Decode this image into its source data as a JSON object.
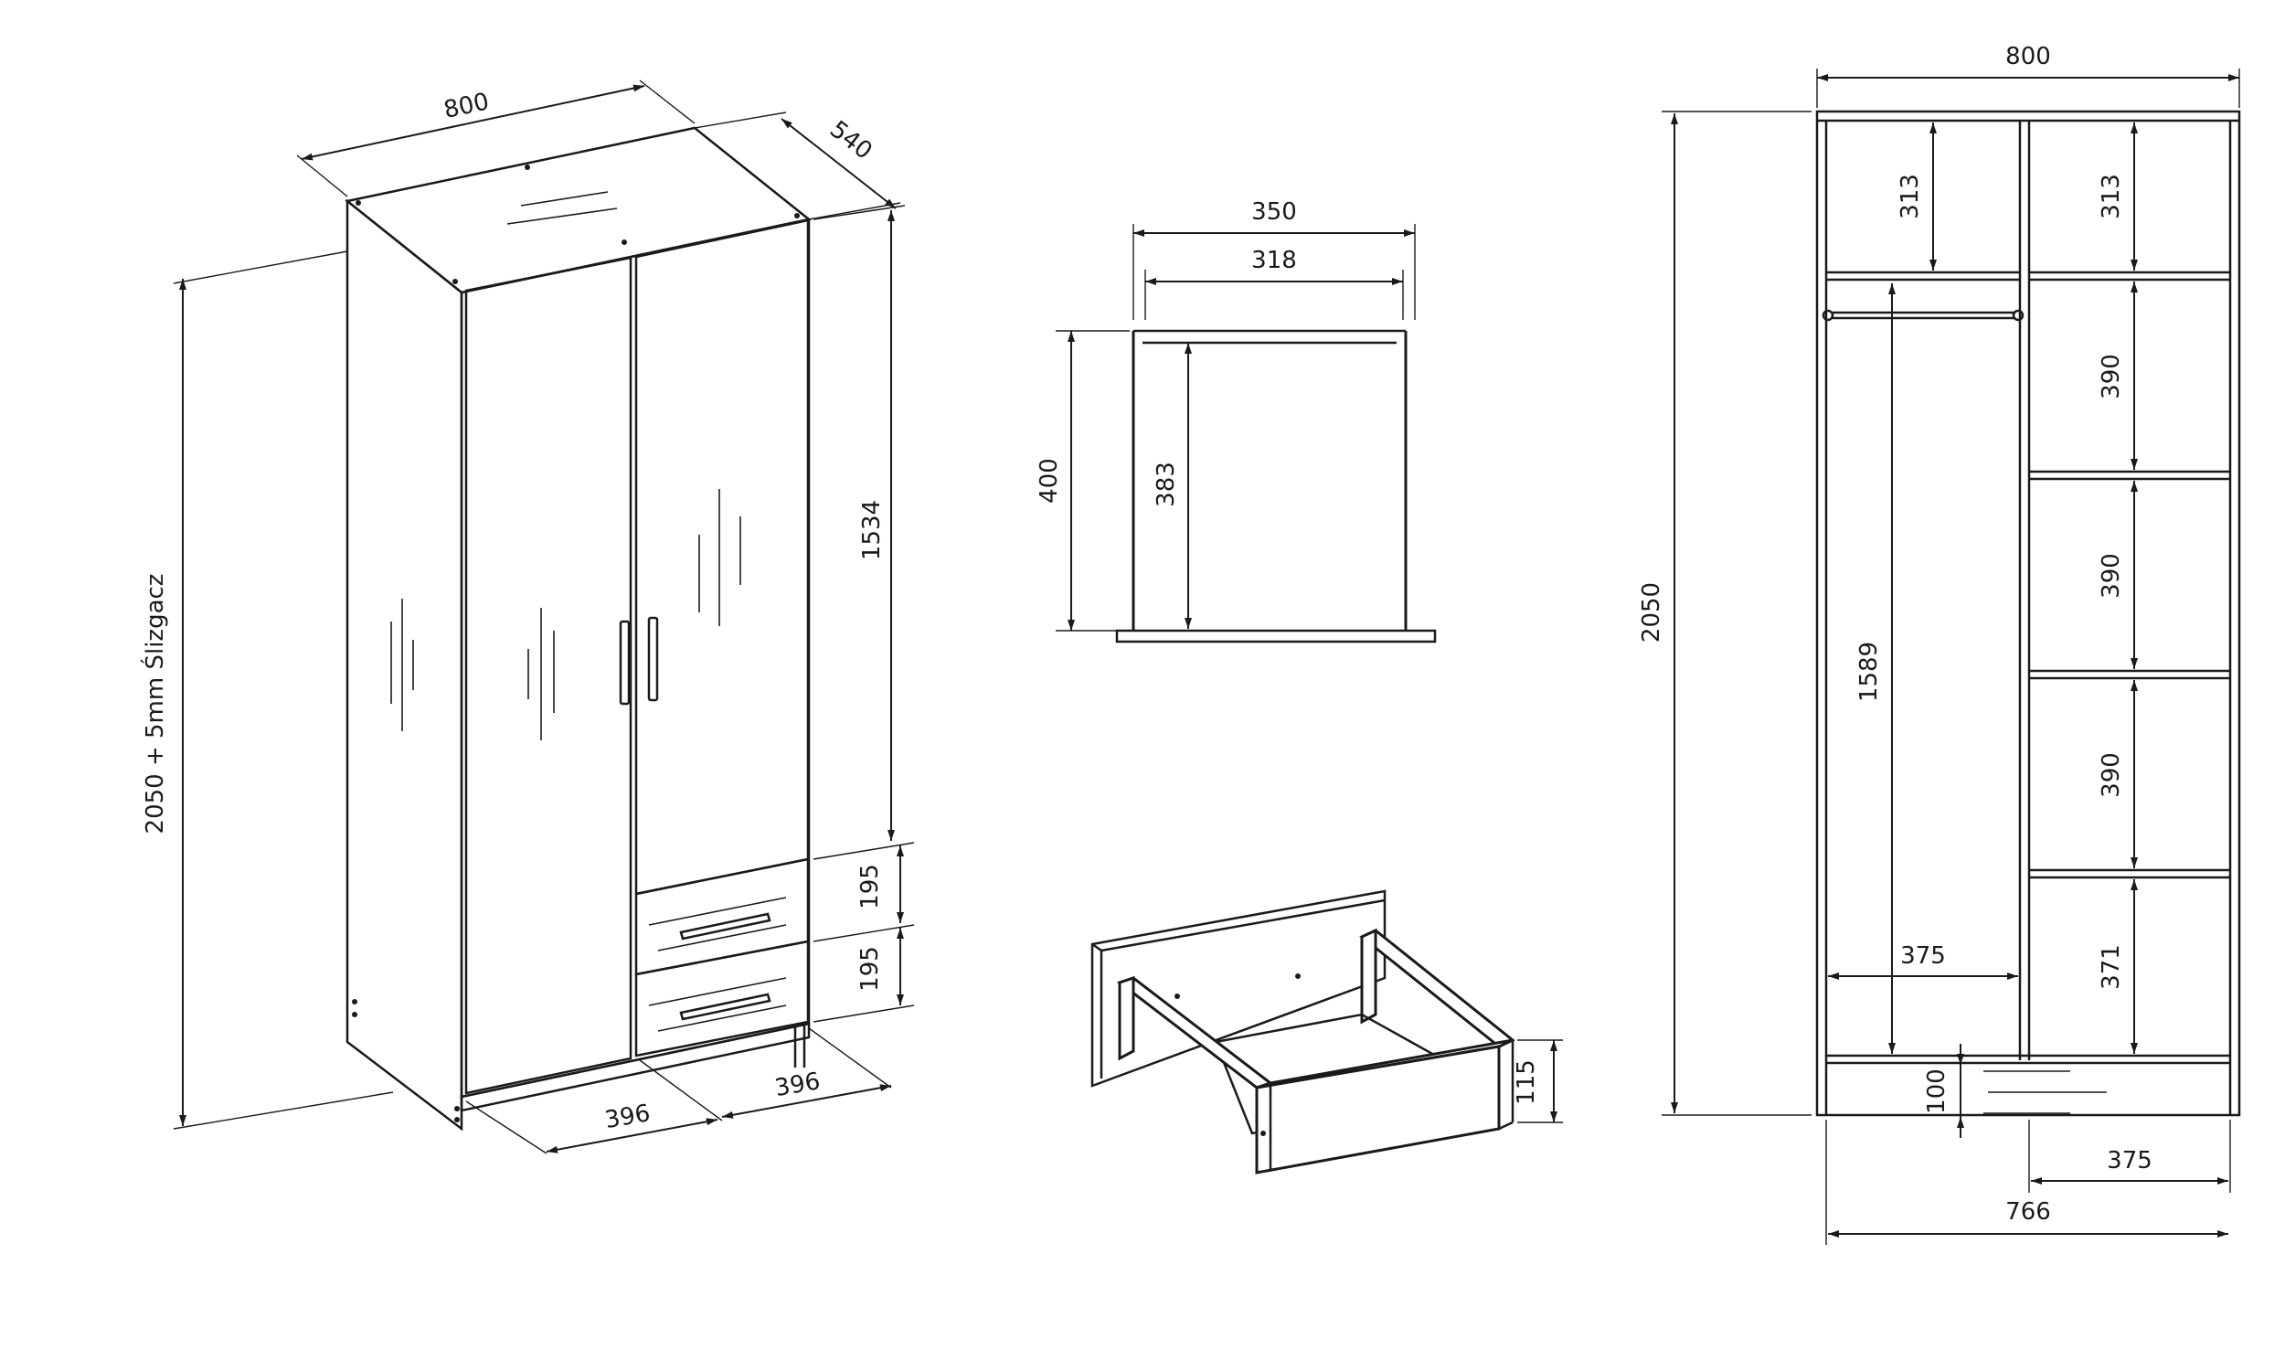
{
  "colors": {
    "ink": "#1a1a1a",
    "paper": "#ffffff"
  },
  "iso": {
    "width": "800",
    "depth": "540",
    "height": "2050 + 5mm Ślizgacz",
    "door_height": "1534",
    "drawer_1": "195",
    "drawer_2": "195",
    "bottom_left": "396",
    "bottom_right": "396"
  },
  "drawer_front": {
    "outer_width": "350",
    "inner_width": "318",
    "outer_height": "400",
    "inner_height": "383"
  },
  "drawer_box": {
    "height": "115"
  },
  "front_view": {
    "width": "800",
    "height": "2050",
    "left_top": "313",
    "right_top": "313",
    "hanging": "1589",
    "shelf_1": "390",
    "shelf_2": "390",
    "shelf_3": "390",
    "shelf_bottom": "371",
    "left_inner_width": "375",
    "plinth": "100",
    "right_inner_width": "375",
    "inner_width": "766"
  }
}
